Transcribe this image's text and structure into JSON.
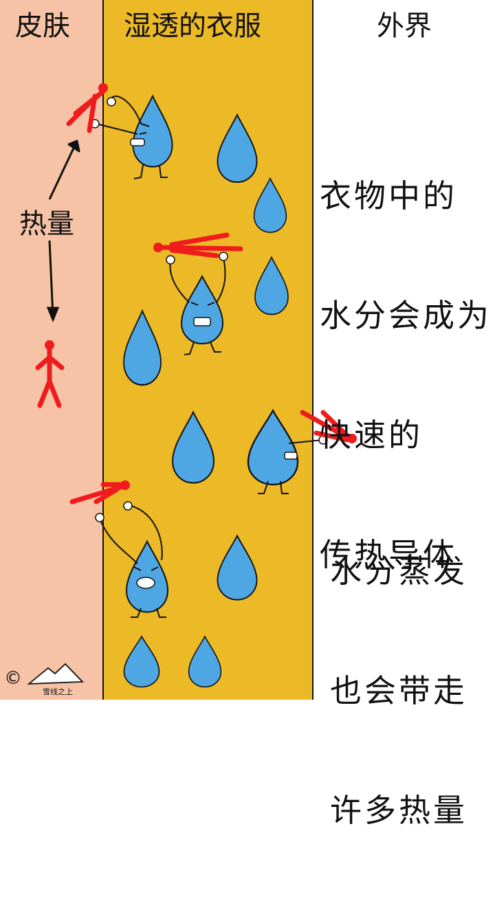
{
  "columns": {
    "skin": "皮肤",
    "wet_clothes": "湿透的衣服",
    "outside": "外界"
  },
  "skin_label": "热量",
  "text_block_1": [
    "衣物中的",
    "水分会成为",
    "快速的",
    "传热导体"
  ],
  "text_block_2": [
    "水分蒸发",
    "也会带走",
    "许多热量"
  ],
  "footer": {
    "copyright_symbol": "©",
    "watermark": "雪线之上"
  },
  "colors": {
    "skin": "#f7c3a6",
    "clothes": "#ecb927",
    "outside": "#ffffff",
    "water": "#4ea6e3",
    "heat_figure": "#ee1c1c",
    "outline": "#111111"
  }
}
